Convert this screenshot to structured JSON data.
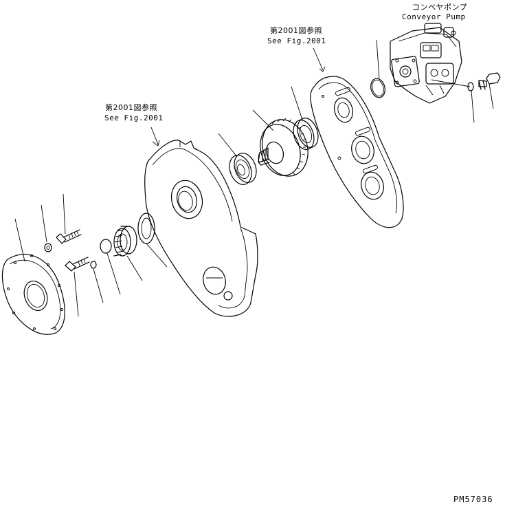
{
  "labels": {
    "pump_ja": "コンベヤポンプ",
    "pump_en": "Conveyor Pump",
    "ref_left_ja": "第2001図参照",
    "ref_left_en": "See Fig.2001",
    "ref_right_ja": "第2001図参照",
    "ref_right_en": "See Fig.2001",
    "drawing_code": "PM57036"
  },
  "colors": {
    "line": "#000000",
    "background": "#ffffff"
  }
}
